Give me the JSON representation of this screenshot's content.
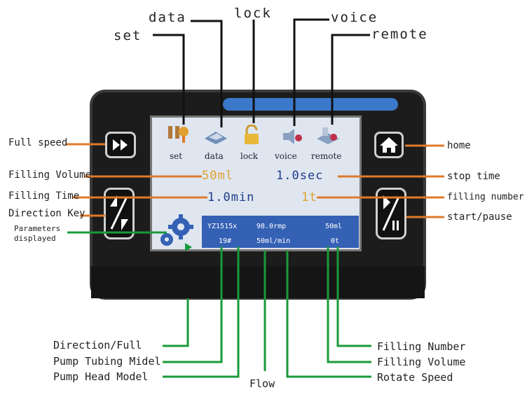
{
  "top_labels": {
    "set": "set",
    "data": "data",
    "lock": "lock",
    "voice": "voice",
    "remote": "remote"
  },
  "left_labels": {
    "full_speed": "Full speed",
    "filling_volume": "Filling Volume",
    "filling_time": "Filling Time",
    "direction_key": "Direction Key",
    "parameters_line1": "Parameters",
    "parameters_line2": "displayed"
  },
  "right_labels": {
    "home": "home",
    "stop_time": "stop time",
    "filling_number": "filling number",
    "start_pause": "start/pause"
  },
  "bottom_labels": {
    "direction_full": "Direction/Full",
    "pump_tubing": "Pump Tubing Midel",
    "pump_head": "Pump Head Model",
    "flow": "Flow",
    "filling_number": "Filling Number",
    "filling_volume": "Filling Volume",
    "rotate_speed": "Rotate Speed"
  },
  "screen": {
    "icons": {
      "set": "set",
      "data": "data",
      "lock": "lock",
      "voice": "voice",
      "remote": "remote"
    },
    "filling_volume": "50ml",
    "stop_time": "1.0sec",
    "filling_time": "1.0min",
    "filling_number": "1t",
    "panel": {
      "pump_head": "YZ1515x",
      "rotate_speed": "98.0rmp",
      "volume": "50ml",
      "tubing": "19#",
      "flow": "50ml/min",
      "count": "0t"
    }
  },
  "colors": {
    "accent_orange": "#e07a2a",
    "callout_green": "#1a9a3a",
    "panel_blue": "#3561b5",
    "value_orange": "#e0a030",
    "value_blue": "#1f3d8a"
  }
}
